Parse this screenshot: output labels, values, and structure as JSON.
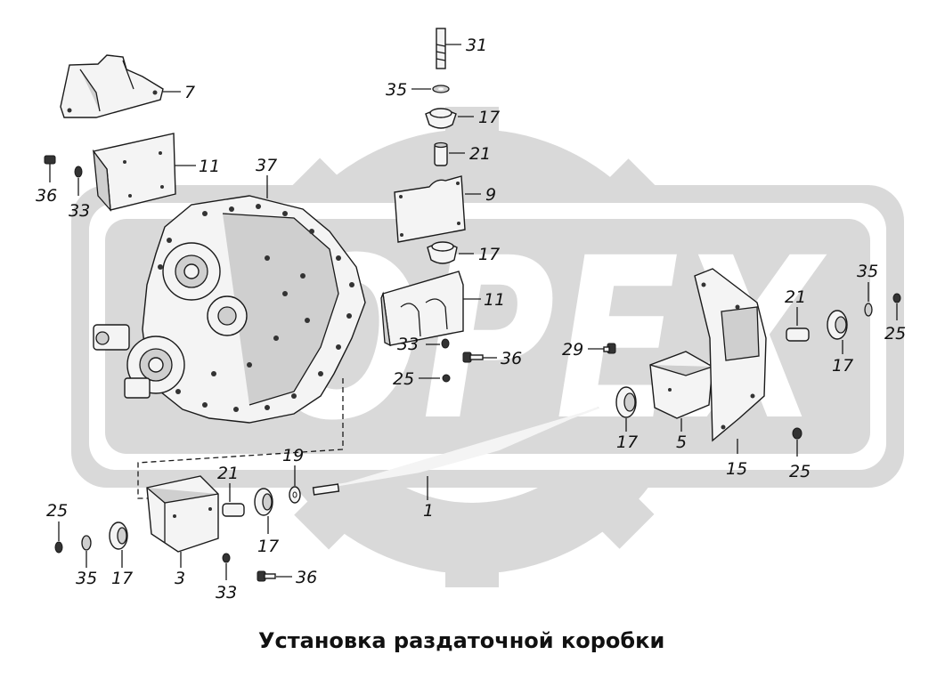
{
  "title": "Установка раздаточной коробки",
  "watermark": "OPEX",
  "callouts": {
    "c31": "31",
    "c35a": "35",
    "c17a": "17",
    "c21a": "21",
    "c9": "9",
    "c17b": "17",
    "c7": "7",
    "c11a": "11",
    "c36a": "36",
    "c33a": "33",
    "c37": "37",
    "c11b": "11",
    "c33b": "33",
    "c36b": "36",
    "c25a": "25",
    "c29": "29",
    "c17c": "17",
    "c5": "5",
    "c15": "15",
    "c21b": "21",
    "c35b": "35",
    "c25b": "25",
    "c17d": "17",
    "c25c": "25",
    "c1": "1",
    "c19": "19",
    "c21c": "21",
    "c17e": "17",
    "c25d": "25",
    "c35c": "35",
    "c17f": "17",
    "c3": "3",
    "c33c": "33",
    "c36c": "36"
  },
  "colors": {
    "watermark": "#d9d9d9",
    "ink": "#111111"
  }
}
